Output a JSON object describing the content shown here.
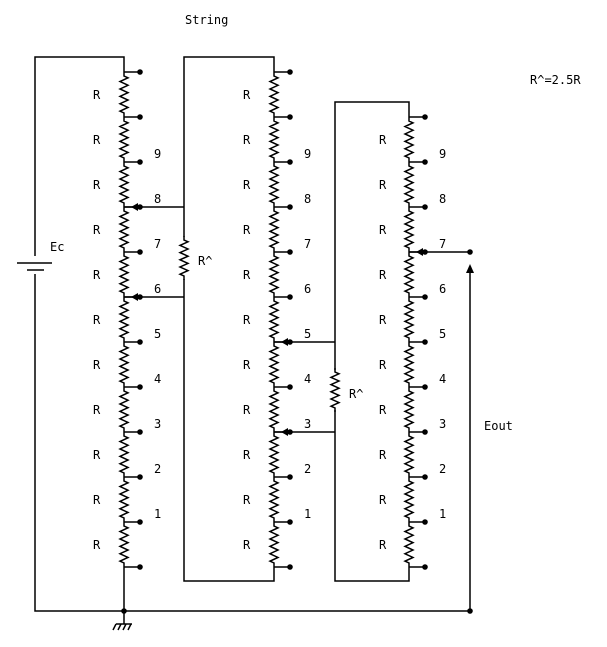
{
  "title": "String",
  "ratio_note": "R^=2.5R",
  "source_label": "Ec",
  "output_label": "Eout",
  "resistor_label": "R",
  "shunt_label": "R^",
  "tap_numbers": [
    "9",
    "8",
    "7",
    "6",
    "5",
    "4",
    "3",
    "2",
    "1"
  ],
  "stage1": {
    "resistor_count": 11,
    "shunt_taps": [
      "8",
      "6"
    ]
  },
  "stage2": {
    "resistor_count": 11,
    "shunt_taps": [
      "5",
      "3"
    ]
  },
  "stage3": {
    "resistor_count": 10,
    "output_tap": "7"
  },
  "colors": {
    "line": "#000000",
    "background": "#ffffff"
  }
}
